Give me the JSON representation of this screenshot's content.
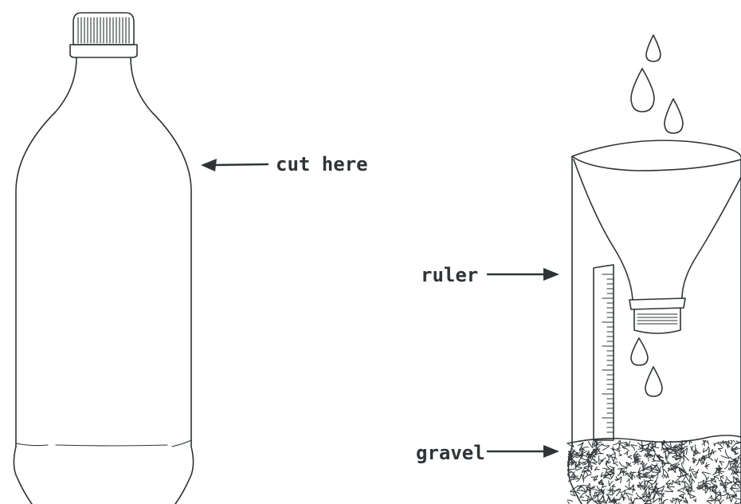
{
  "labels": {
    "cut": "cut here",
    "ruler": "ruler",
    "gravel": "gravel"
  },
  "colors": {
    "ink": "#2e3436",
    "background": "#ffffff"
  }
}
